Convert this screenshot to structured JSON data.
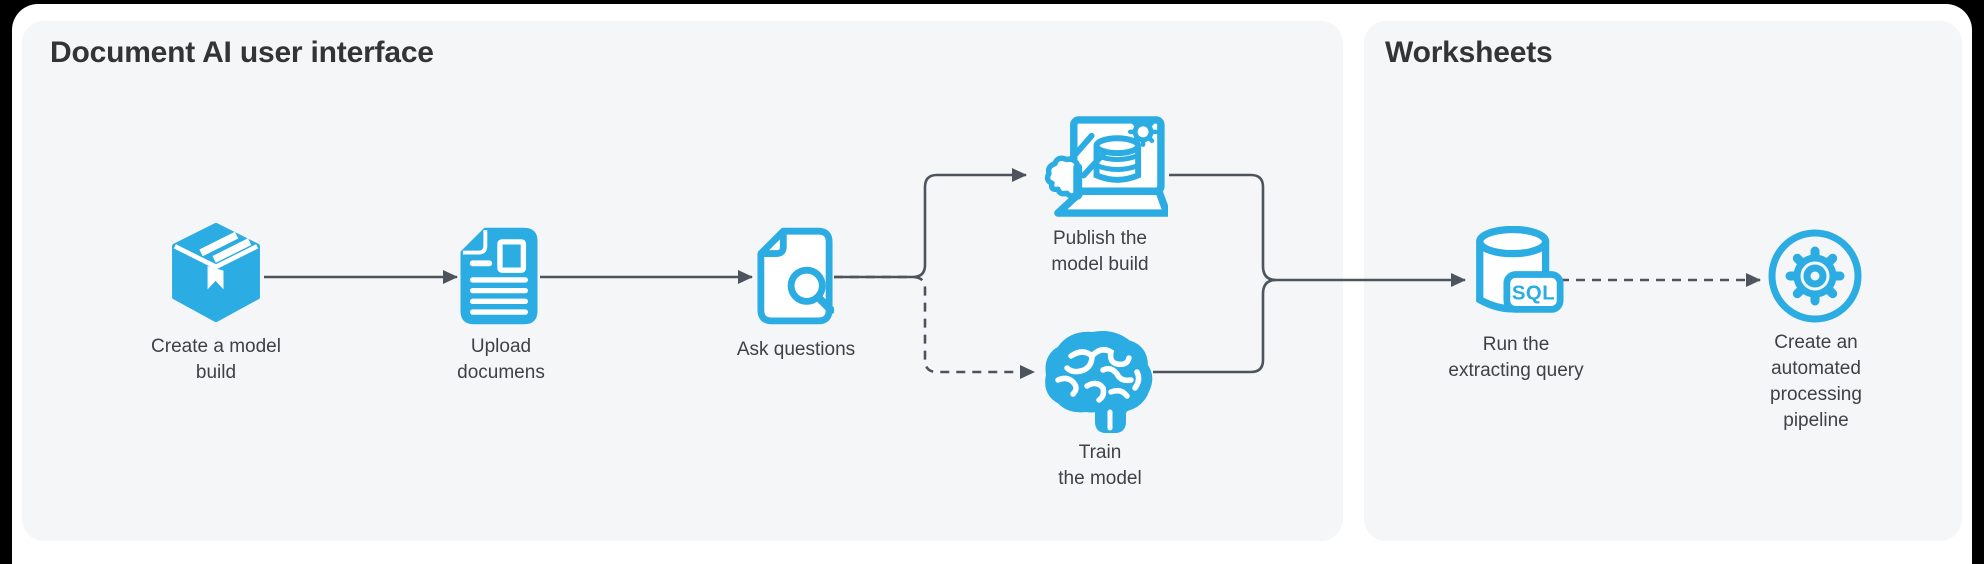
{
  "colors": {
    "frame_bg": "#000000",
    "page_bg": "#ffffff",
    "panel_bg": "#f5f6f7",
    "accent_blue": "#2bace3",
    "connector": "#4e545e",
    "title_text": "#323436",
    "label_text": "#3e4145"
  },
  "panels": [
    {
      "title": "Document AI user interface",
      "nodes": [
        {
          "id": "create-model-build",
          "icon": "package-box-icon",
          "label_lines": [
            "Create a model",
            "build"
          ]
        },
        {
          "id": "upload-documents",
          "icon": "document-icon",
          "label_lines": [
            "Upload",
            "documens"
          ]
        },
        {
          "id": "ask-questions",
          "icon": "document-search-icon",
          "label_lines": [
            "Ask questions"
          ]
        },
        {
          "id": "publish-model-build",
          "icon": "publish-laptop-icon",
          "label_lines": [
            "Publish the",
            "model build"
          ]
        },
        {
          "id": "train-model",
          "icon": "brain-icon",
          "label_lines": [
            "Train",
            "the model"
          ]
        }
      ]
    },
    {
      "title": "Worksheets",
      "nodes": [
        {
          "id": "run-extracting-query",
          "icon": "sql-database-icon",
          "badge": "SQL",
          "label_lines": [
            "Run the",
            "extracting query"
          ]
        },
        {
          "id": "create-automated-pipeline",
          "icon": "gear-circle-icon",
          "label_lines": [
            "Create an",
            "automated",
            "processing",
            "pipeline"
          ]
        }
      ]
    }
  ],
  "connectors": [
    {
      "from": "create-model-build",
      "to": "upload-documents",
      "style": "solid-arrow"
    },
    {
      "from": "upload-documents",
      "to": "ask-questions",
      "style": "solid-arrow"
    },
    {
      "from": "ask-questions",
      "to": "publish-model-build",
      "style": "solid-arrow"
    },
    {
      "from": "ask-questions",
      "to": "train-model",
      "style": "dashed-arrow"
    },
    {
      "from": "publish-model-build",
      "to": "merge-point",
      "style": "solid"
    },
    {
      "from": "train-model",
      "to": "merge-point",
      "style": "solid"
    },
    {
      "from": "merge-point",
      "to": "run-extracting-query",
      "style": "solid-arrow"
    },
    {
      "from": "run-extracting-query",
      "to": "create-automated-pipeline",
      "style": "dashed-arrow"
    }
  ]
}
